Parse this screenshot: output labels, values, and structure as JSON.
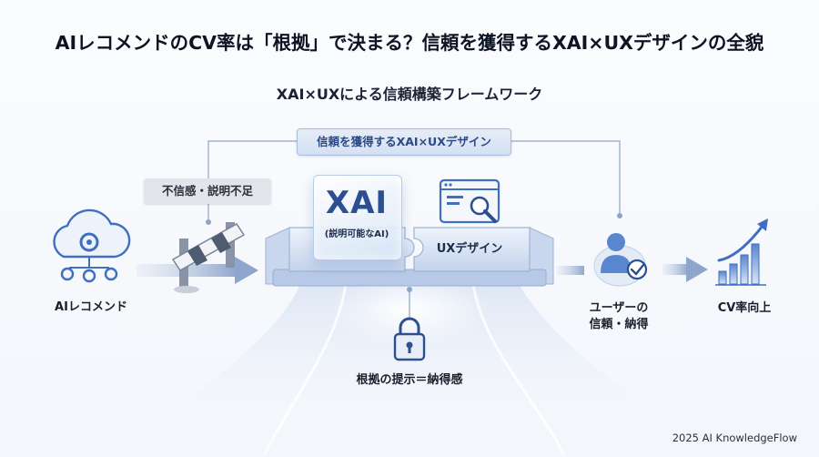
{
  "title": "AIレコメンドのCV率は「根拠」で決まる？信頼を獲得するXAI×UXデザインの全貌",
  "subtitle": "XAI×UXによる信頼構築フレームワーク",
  "banner": "信頼を獲得するXAI×UXデザイン",
  "distrust_label": "不信感・説明不足",
  "nodes": {
    "ai_recommend": "AIレコメンド",
    "xai_title": "XAI",
    "xai_sub": "(説明可能なAI)",
    "ux_design": "UXデザイン",
    "user_line1": "ユーザーの",
    "user_line2": "信頼・納得",
    "cv_up": "CV率向上"
  },
  "basis_label": "根拠の提示＝納得感",
  "footer": "2025 AI KnowledgeFlow",
  "colors": {
    "accent": "#3f6fc1",
    "accent_dark": "#2c4f91",
    "arrow": "#9fb3d4",
    "banner_bg": "#dbe5f4"
  },
  "icons": [
    "cloud-gear-icon",
    "barrier-icon",
    "magnifier-window-icon",
    "lock-icon",
    "user-check-icon",
    "bar-chart-up-icon"
  ]
}
